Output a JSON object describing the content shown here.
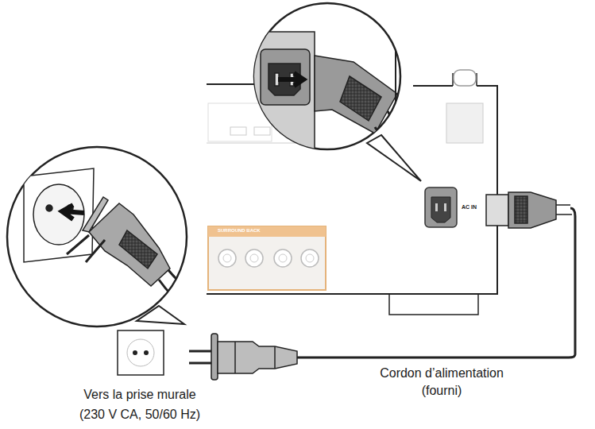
{
  "diagram": {
    "labels": [
      "AC IN",
      "SURROUND BACK",
      "Vers la prise murale",
      "(230 V CA, 50/60 Hz)",
      "Cordon d’alimentation",
      "(fourni)"
    ]
  }
}
